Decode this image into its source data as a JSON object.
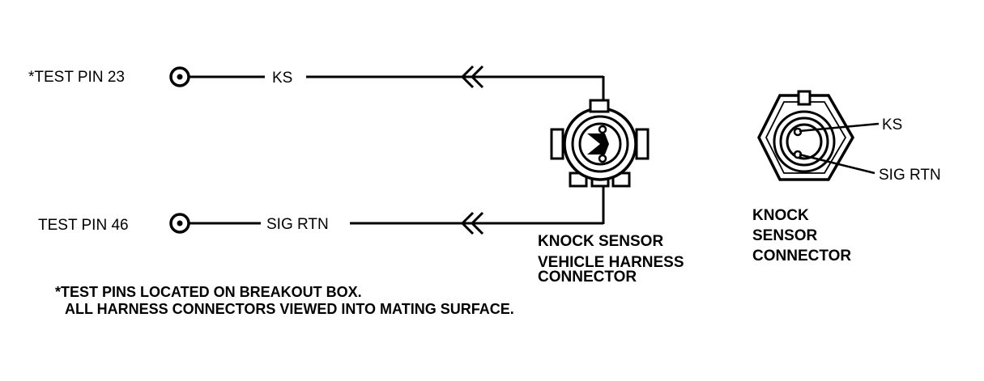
{
  "test_pins": {
    "pin23_label": "*TEST PIN 23",
    "pin46_label": "TEST PIN 46"
  },
  "wires": {
    "ks_label": "KS",
    "sig_rtn_label": "SIG RTN"
  },
  "harness_connector": {
    "line1": "KNOCK SENSOR",
    "line2": "VEHICLE HARNESS",
    "line3": "CONNECTOR"
  },
  "sensor_connector": {
    "line1": "KNOCK",
    "line2": "SENSOR",
    "line3": "CONNECTOR",
    "ks_label": "KS",
    "sig_rtn_label": "SIG RTN"
  },
  "footnote": {
    "line1": "*TEST PINS LOCATED ON BREAKOUT BOX.",
    "line2": "ALL HARNESS CONNECTORS VIEWED INTO MATING SURFACE."
  }
}
